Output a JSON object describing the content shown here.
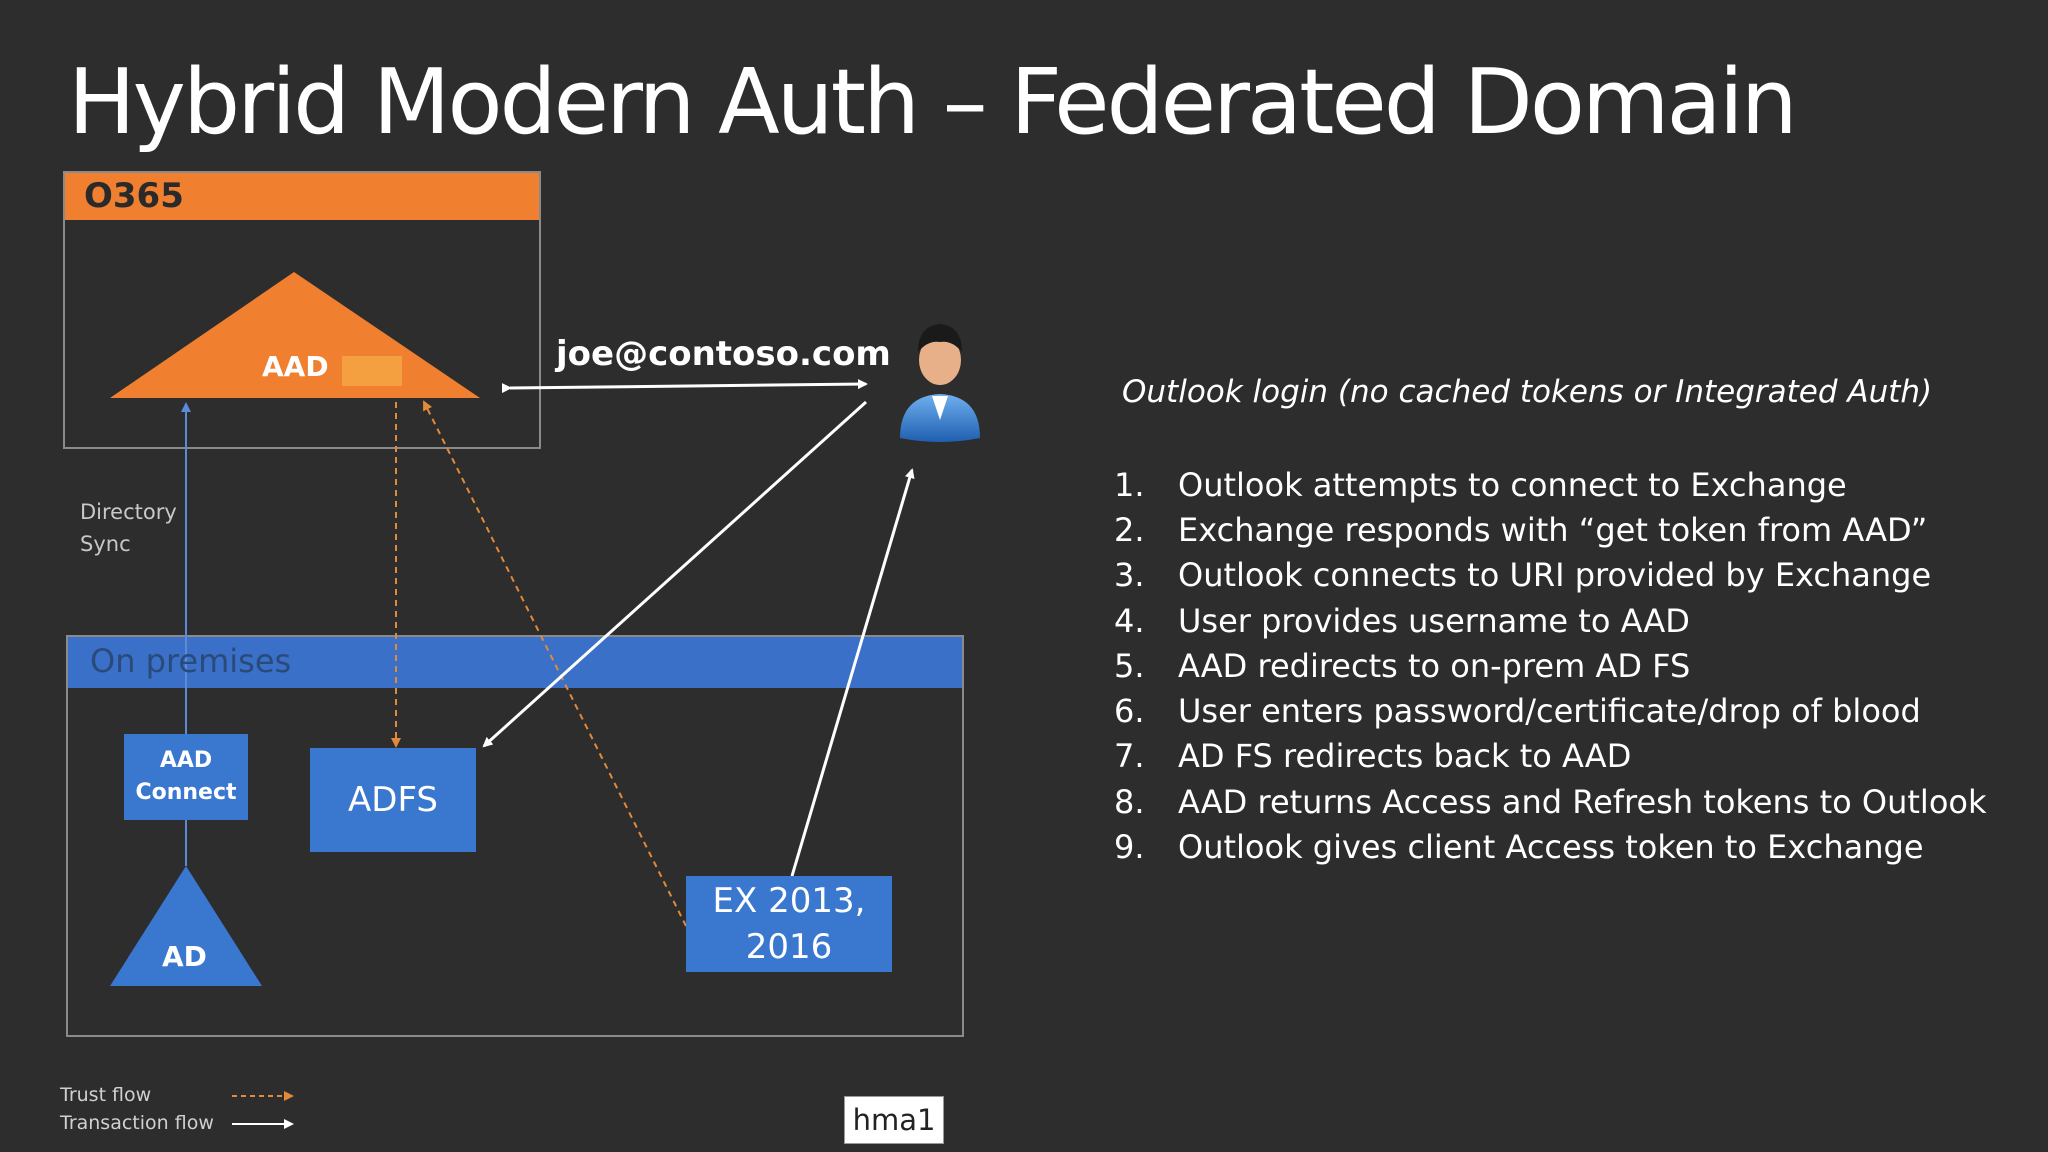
{
  "slide": {
    "title": "Hybrid Modern Auth – Federated Domain",
    "o365_label": "O365",
    "on_premises_label": "On premises",
    "directory_sync_label": "Directory\nSync",
    "email": "joe@contoso.com",
    "aad_label": "AAD",
    "aad_connect_label": "AAD\nConnect",
    "adfs_label": "ADFS",
    "ad_label": "AD",
    "exchange_label": "EX 2013,\n2016",
    "legend": {
      "trust_flow": "Trust flow",
      "transaction_flow": "Transaction flow"
    },
    "login_title": "Outlook login (no cached tokens or Integrated Auth)",
    "steps": [
      {
        "num": "1.",
        "text": "Outlook attempts to connect to Exchange"
      },
      {
        "num": "2.",
        "text": "Exchange responds with “get token from AAD”"
      },
      {
        "num": "3.",
        "text": "Outlook connects to URI provided by Exchange"
      },
      {
        "num": "4.",
        "text": "User provides username to AAD"
      },
      {
        "num": "5.",
        "text": "AAD redirects to on-prem AD FS"
      },
      {
        "num": "6.",
        "text": "User enters password/certificate/drop of blood"
      },
      {
        "num": "7.",
        "text": "AD FS redirects back to AAD"
      },
      {
        "num": "8.",
        "text": "AAD returns Access and Refresh tokens to Outlook"
      },
      {
        "num": "9.",
        "text": "Outlook gives client Access token to Exchange"
      }
    ]
  },
  "caption_tag": "hma1",
  "colors": {
    "background": "#2d2d2e",
    "orange": "#f08030",
    "blue": "#3a78d0",
    "trust_flow": "#e08a3a",
    "transaction_flow": "#ffffff"
  }
}
